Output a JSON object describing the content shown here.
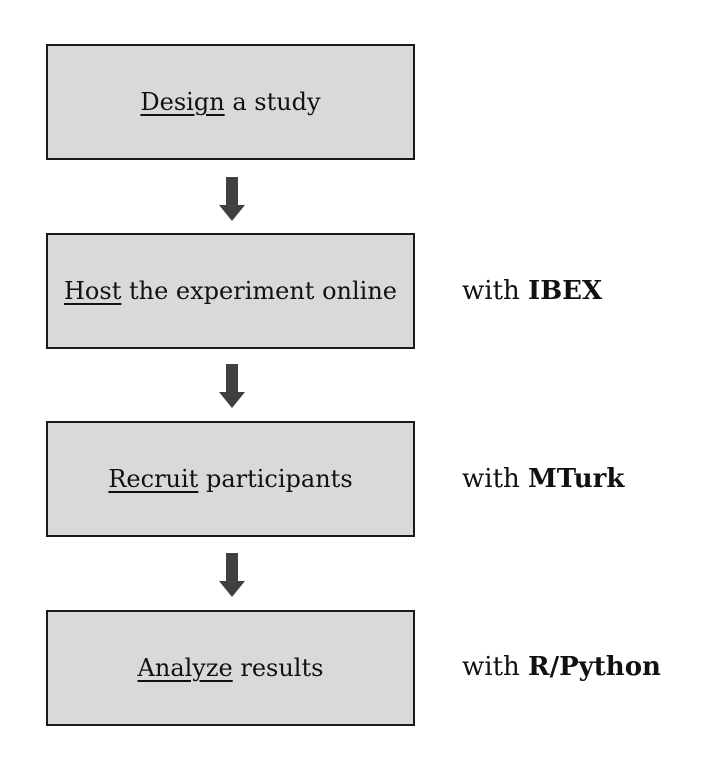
{
  "steps": [
    {
      "verb": "Design",
      "rest": "a study",
      "tool_prefix": "",
      "tool_name": ""
    },
    {
      "verb": "Host",
      "rest": "the experiment online",
      "tool_prefix": "with",
      "tool_name": "IBEX"
    },
    {
      "verb": "Recruit",
      "rest": "participants",
      "tool_prefix": "with",
      "tool_name": "MTurk"
    },
    {
      "verb": "Analyze",
      "rest": "results",
      "tool_prefix": "with",
      "tool_name": "R/Python"
    }
  ],
  "colors": {
    "box_fill": "#d9d9d9",
    "box_border": "#1a1a1a",
    "arrow": "#404040"
  }
}
